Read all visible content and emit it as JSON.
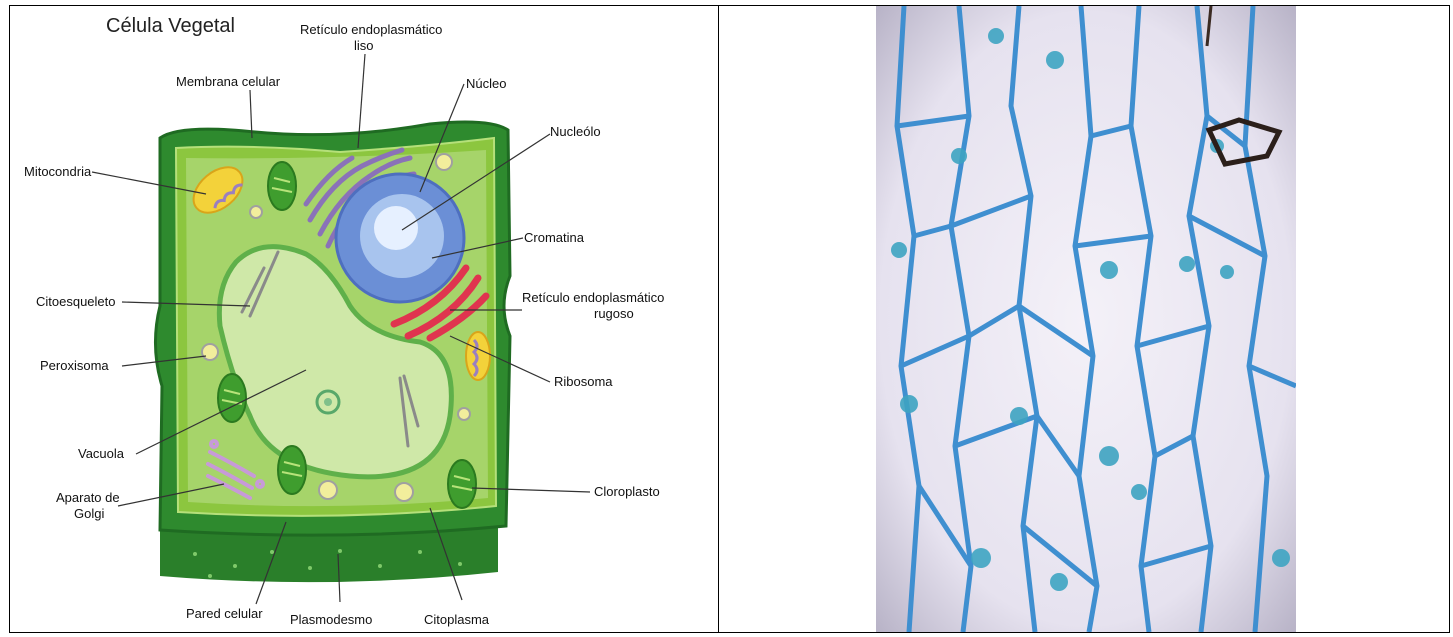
{
  "diagram": {
    "title": "Célula Vegetal",
    "labels": {
      "reticulo_liso_1": "Retículo endoplasmático",
      "reticulo_liso_2": "liso",
      "nucleo": "Núcleo",
      "membrana": "Membrana celular",
      "nucleolo": "Nucleólo",
      "mitocondria": "Mitocondria",
      "cromatina": "Cromatina",
      "citoesqueleto": "Citoesqueleto",
      "reticulo_rugoso_1": "Retículo endoplasmático",
      "reticulo_rugoso_2": "rugoso",
      "peroxisoma": "Peroxisoma",
      "ribosoma": "Ribosoma",
      "vacuola": "Vacuola",
      "golgi_1": "Aparato de",
      "golgi_2": "Golgi",
      "cloroplasto": "Cloroplasto",
      "pared": "Pared celular",
      "plasmodesmo": "Plasmodesmo",
      "citoplasma": "Citoplasma"
    }
  },
  "colors": {
    "wall": "#2e8a2e",
    "wall_dark": "#1f6b22",
    "membrane": "#8cc63f",
    "cytoplasm": "#a6d46a",
    "vacuole": "#cfe8a8",
    "nucleus": "#6b8fd6",
    "chloroplast": "#3f9d2e",
    "rough_er": "#e0344f",
    "smooth_er": "#8a72b8",
    "stain_blue": "#3f8fd0",
    "micro_bg": "#ece9f4"
  }
}
